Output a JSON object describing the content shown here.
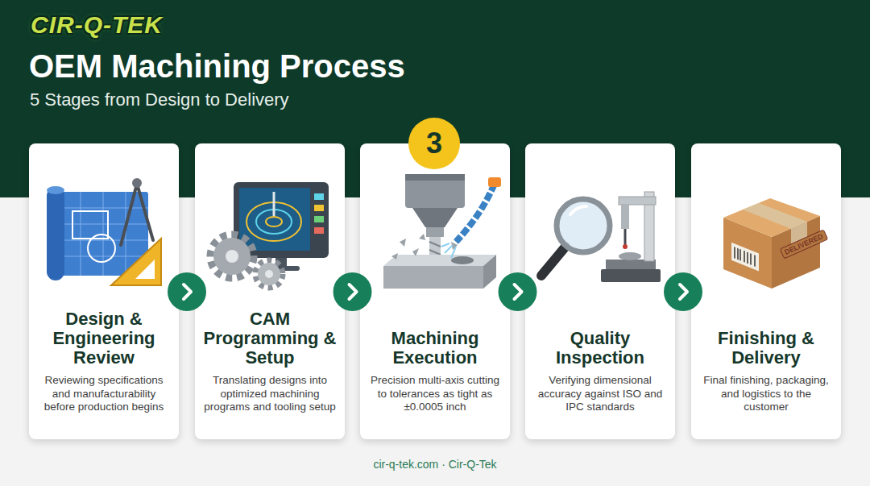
{
  "diagram": {
    "title": "OEM Machining Process",
    "caption": "cir-q-tek.com · Cir-Q-Tek",
    "nodes": [
      {
        "text": [
          "Design & Engineering Review",
          "Reviewing specifications and manufacturability before production begins"
        ]
      },
      {
        "text": [
          "CAM Programming & Setup",
          "Translating designs into optimized machining programs and tooling setup"
        ]
      },
      {
        "text": [
          "Machining Execution",
          "Precision multi-axis cutting to tolerances as tight as ±0.0005 inch"
        ]
      },
      {
        "text": [
          "Quality Inspection",
          "Verifying dimensional accuracy against ISO and IPC standards"
        ]
      },
      {
        "text": [
          "Finishing & Delivery",
          "Final finishing, packaging, and logistics to the customer"
        ]
      }
    ],
    "edges": [
      {
        "from": 0,
        "to": 1,
        "arrow": "to"
      },
      {
        "from": 1,
        "to": 2,
        "arrow": "to"
      },
      {
        "from": 2,
        "to": 3,
        "arrow": "to"
      },
      {
        "from": 3,
        "to": 4,
        "arrow": "to"
      }
    ],
    "labels": [
      "CIR-Q-TEK",
      "5 Stages from Design to Delivery",
      "3",
      "DELIVERED"
    ]
  }
}
